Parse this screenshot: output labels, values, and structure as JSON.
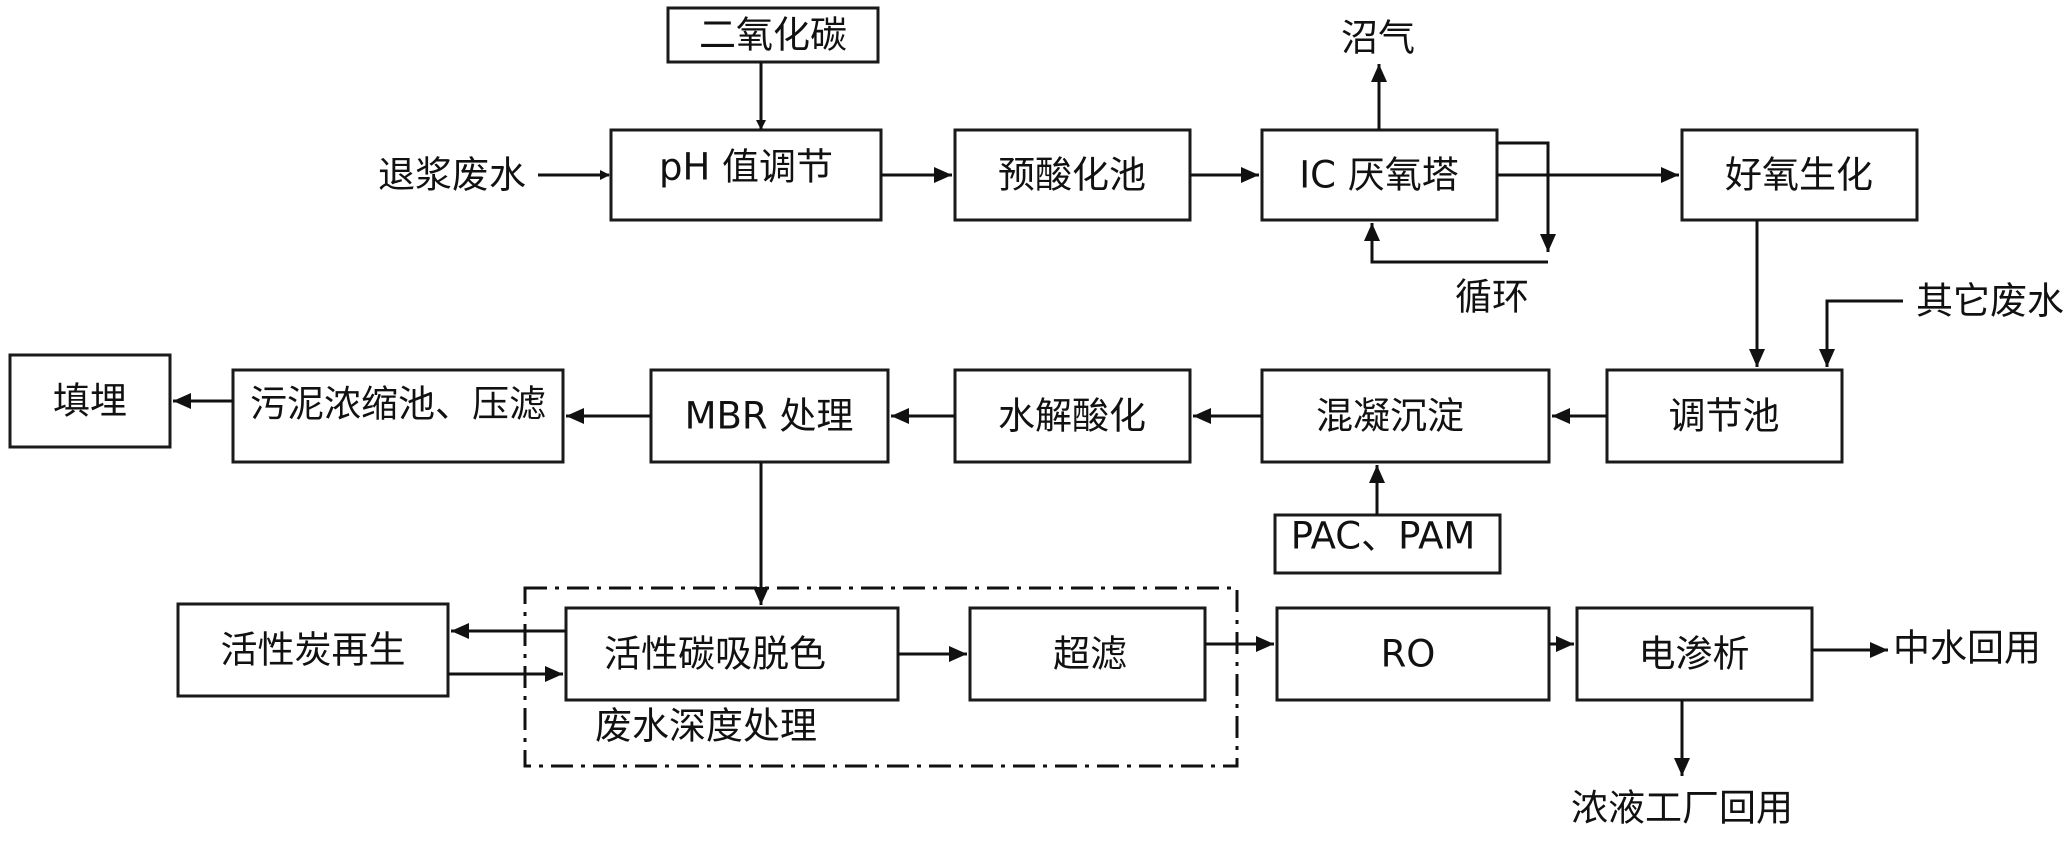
{
  "nodes": {
    "co2": "二氧化碳",
    "ph_adjust": "pH 值调节",
    "pre_acid": "预酸化池",
    "ic_tower": "IC 厌氧塔",
    "aerobic": "好氧生化",
    "reg_tank": "调节池",
    "coag": "混凝沉淀",
    "pac_pam": "PAC、PAM",
    "hydrolysis": "水解酸化",
    "mbr": "MBR 处理",
    "sludge": "污泥浓缩池、压滤",
    "landfill": "填埋",
    "carbon_regen": "活性炭再生",
    "carbon_decolor": "活性碳吸脱色",
    "ultrafilter": "超滤",
    "ro": "RO",
    "electrodialysis": "电渗析"
  },
  "labels": {
    "desizing_water": "退浆废水",
    "biogas": "沼气",
    "recycle": "循环",
    "other_water": "其它废水",
    "advanced_treatment": "废水深度处理",
    "reclaimed_reuse": "中水回用",
    "concentrate_reuse": "浓液工厂回用"
  }
}
